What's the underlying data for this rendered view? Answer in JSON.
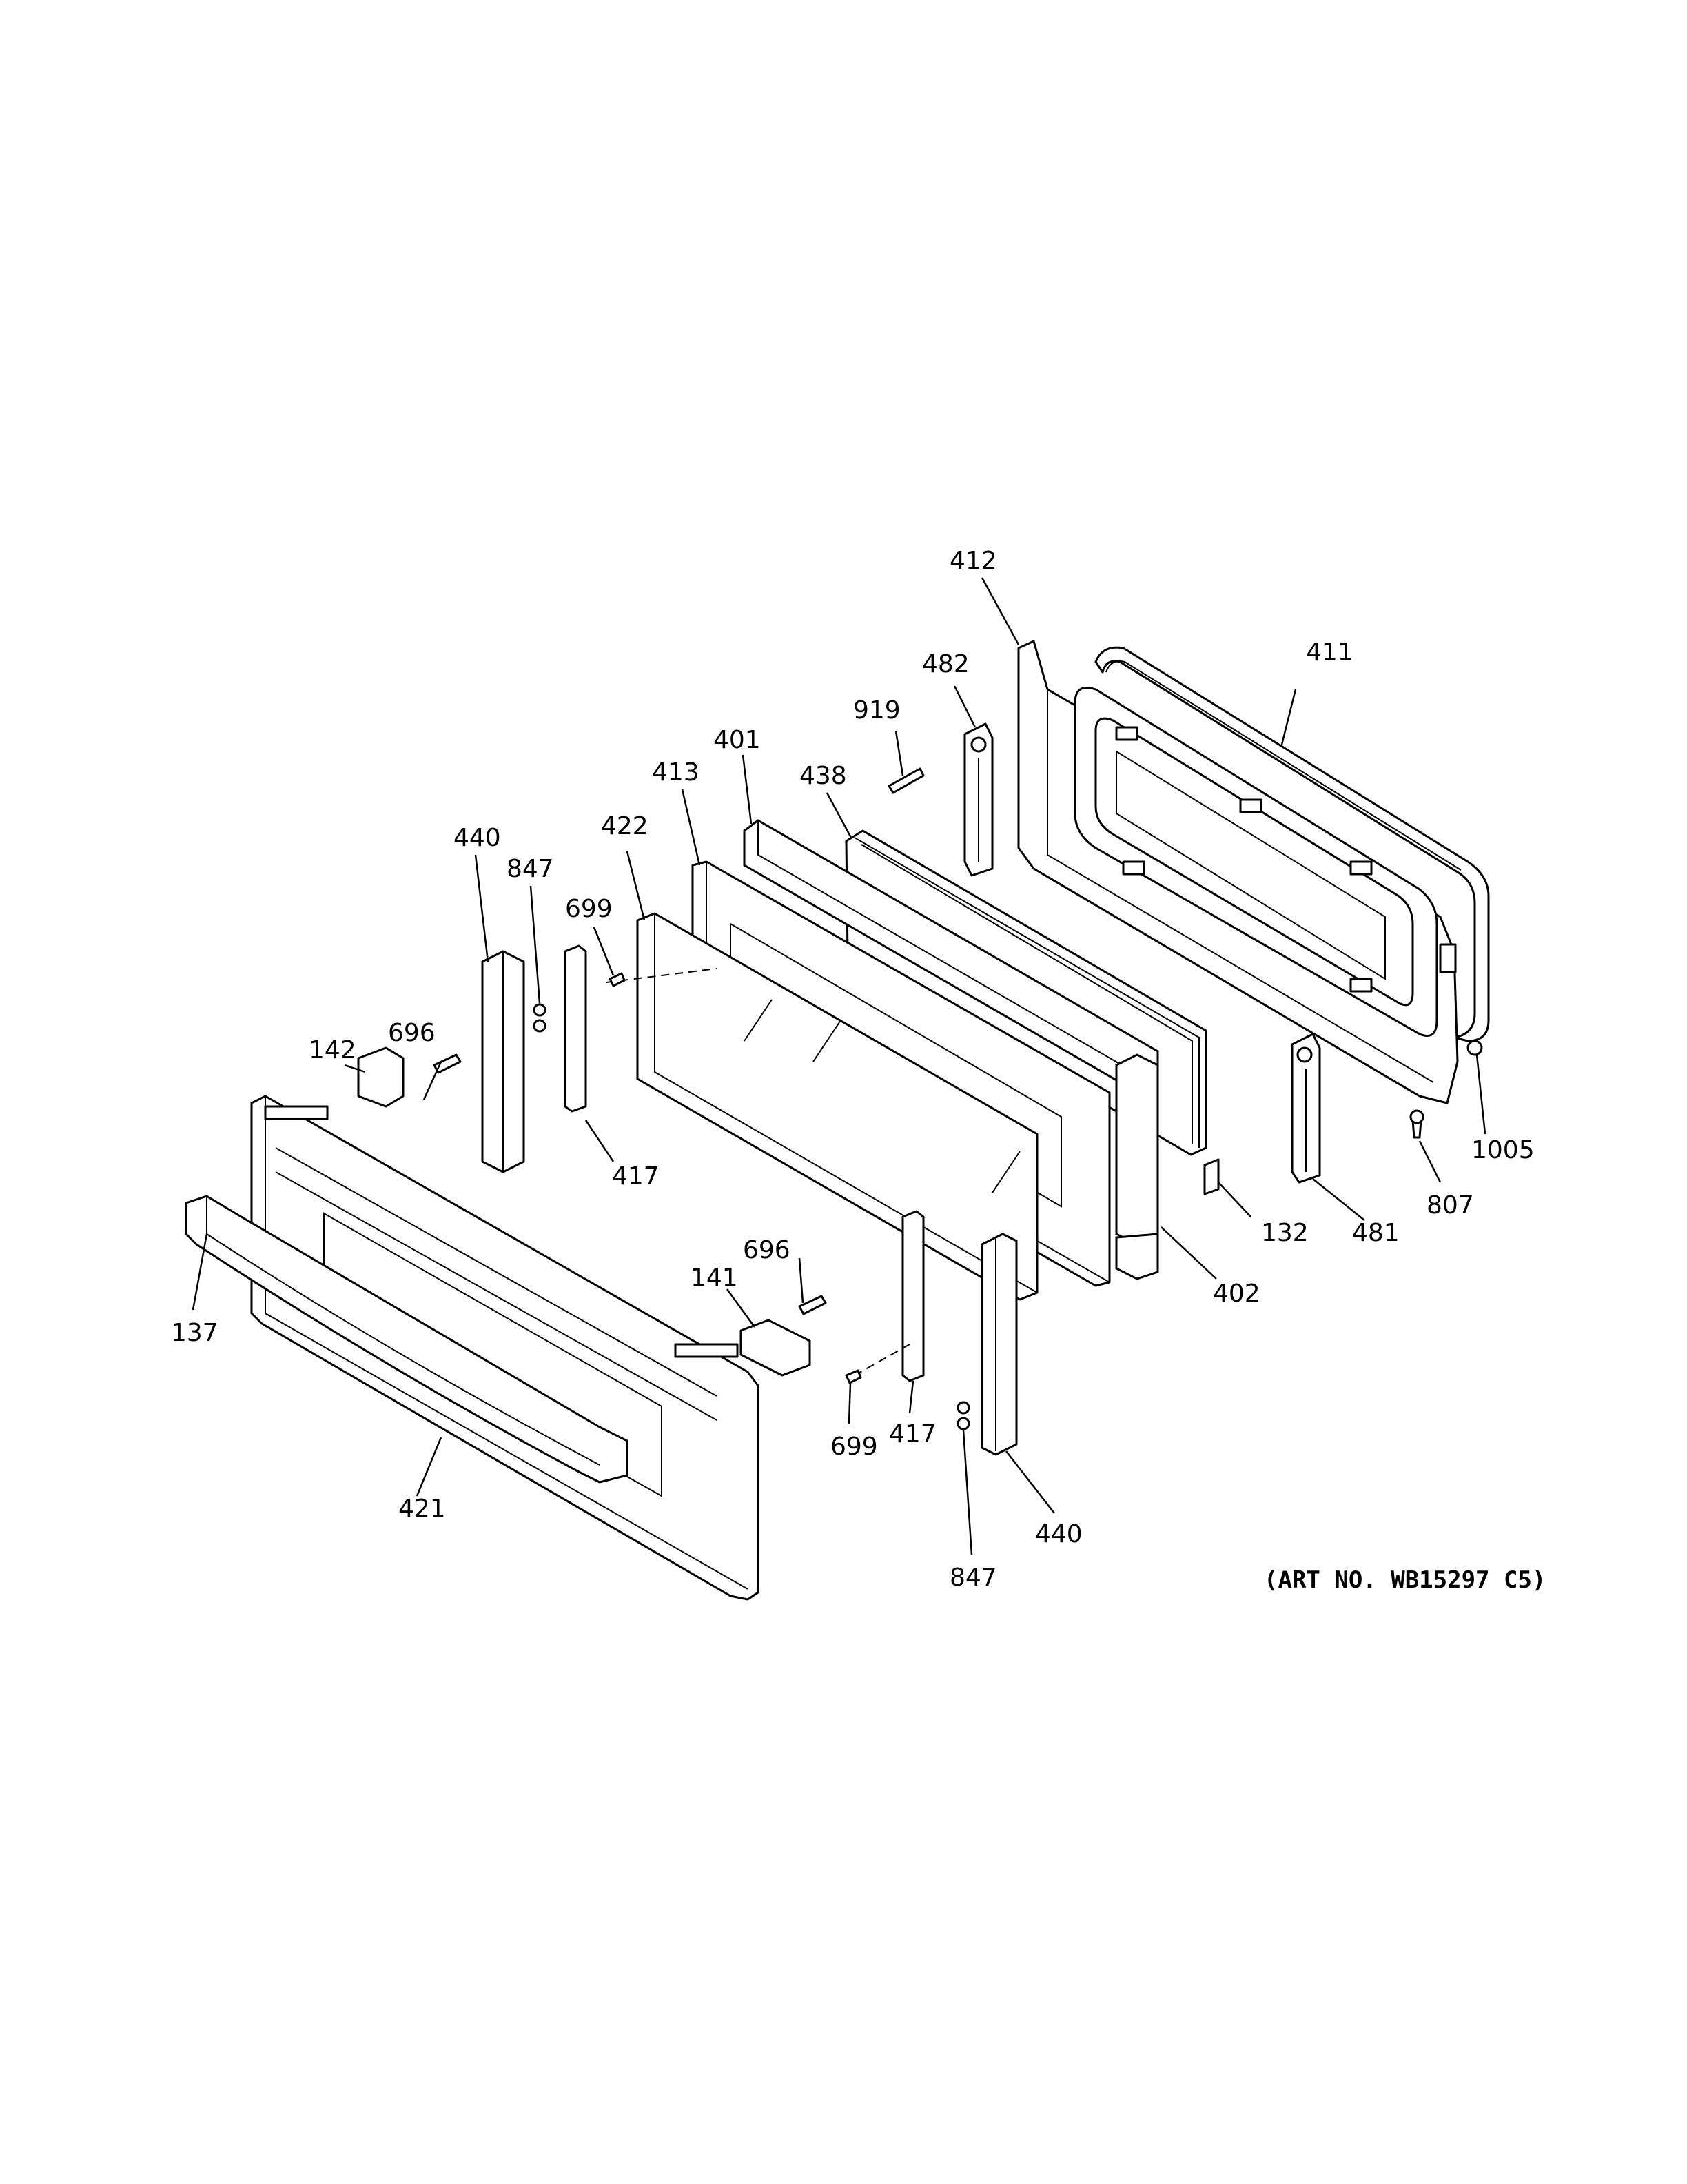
{
  "callouts": {
    "c412": "412",
    "c411": "411",
    "c482": "482",
    "c919": "919",
    "c401": "401",
    "c413": "413",
    "c438": "438",
    "c440_top": "440",
    "c422": "422",
    "c847_top": "847",
    "c699_top": "699",
    "c142": "142",
    "c696_left": "696",
    "c417_top": "417",
    "c1005": "1005",
    "c807": "807",
    "c132": "132",
    "c481": "481",
    "c402": "402",
    "c696_right": "696",
    "c141": "141",
    "c137": "137",
    "c699_bottom": "699",
    "c417_bottom": "417",
    "c440_bottom": "440",
    "c421": "421",
    "c847_bottom": "847"
  },
  "art_number": "(ART NO. WB15297 C5)"
}
